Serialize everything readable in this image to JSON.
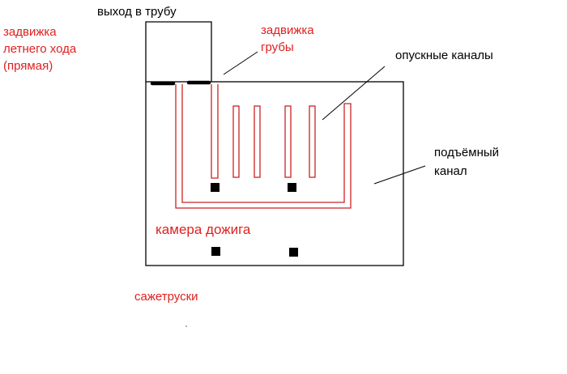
{
  "colors": {
    "outline": "#000000",
    "flue": "#cc2222",
    "label_red": "#e02020",
    "label_black": "#000000"
  },
  "labels": {
    "chimney_exit": "выход в трубу",
    "summer_damper": [
      "задвижка",
      "летнего хода",
      "(прямая)"
    ],
    "pipe_damper": [
      "задвижка",
      "грубы"
    ],
    "down_channels": "опускные каналы",
    "up_channel": [
      "подъёмный",
      "канал"
    ],
    "afterburn_chamber": "камера дожига",
    "soot_doors": "сажетруски"
  }
}
